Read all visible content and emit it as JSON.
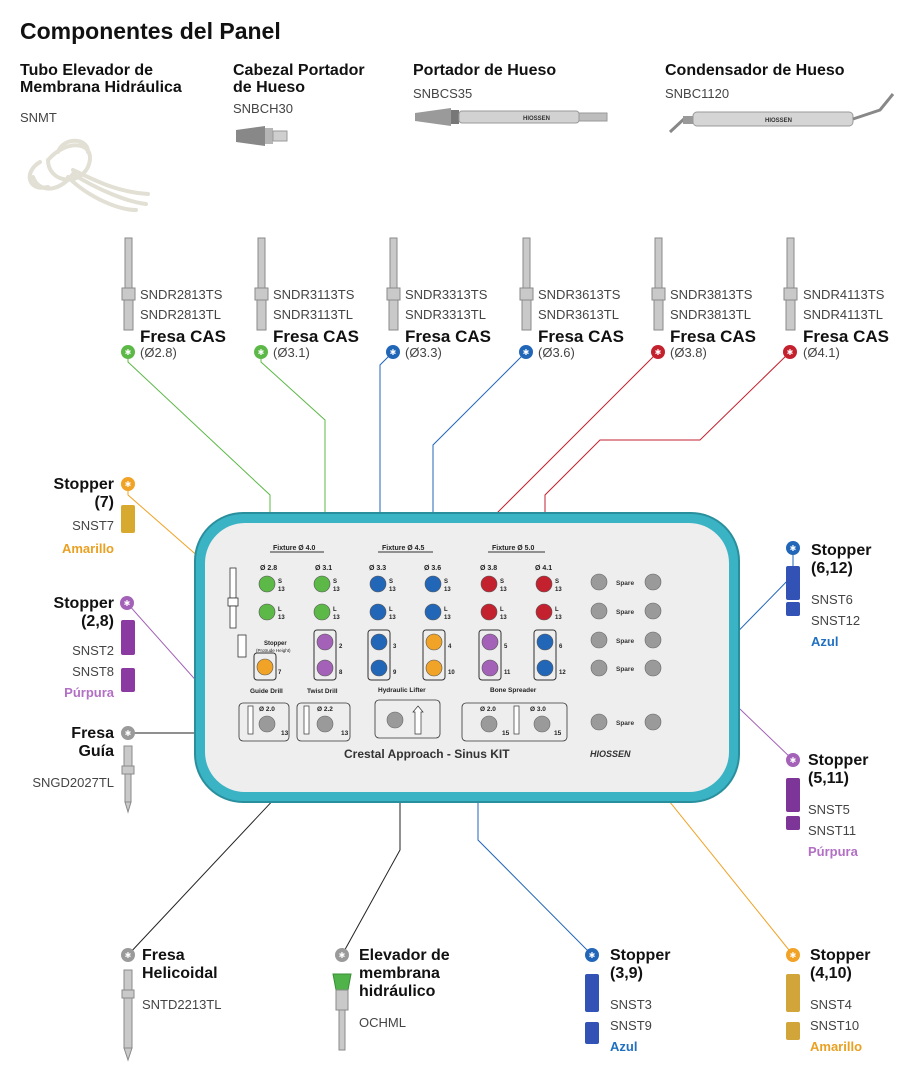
{
  "title": "Componentes del Panel",
  "top_components": [
    {
      "title": "Tubo Elevador de Membrana Hidráulica",
      "line1": "Tubo Elevador de",
      "line2": "Membrana Hidráulica",
      "code": "SNMT"
    },
    {
      "title": "Cabezal Portador de Hueso",
      "line1": "Cabezal Portador",
      "line2": "de Hueso",
      "code": "SNBCH30"
    },
    {
      "title": "Portador de Hueso",
      "line1": "Portador de Hueso",
      "line2": "",
      "code": "SNBCS35"
    },
    {
      "title": "Condensador de Hueso",
      "line1": "Condensador de Hueso",
      "line2": "",
      "code": "SNBC1120"
    }
  ],
  "cas_drills": [
    {
      "code_s": "SNDR2813TS",
      "code_l": "SNDR2813TL",
      "name": "Fresa CAS",
      "diameter": "(Ø2.8)",
      "color": "#5cb947"
    },
    {
      "code_s": "SNDR3113TS",
      "code_l": "SNDR3113TL",
      "name": "Fresa CAS",
      "diameter": "(Ø3.1)",
      "color": "#5cb947"
    },
    {
      "code_s": "SNDR3313TS",
      "code_l": "SNDR3313TL",
      "name": "Fresa CAS",
      "diameter": "(Ø3.3)",
      "color": "#2266b8"
    },
    {
      "code_s": "SNDR3613TS",
      "code_l": "SNDR3613TL",
      "name": "Fresa CAS",
      "diameter": "(Ø3.6)",
      "color": "#2266b8"
    },
    {
      "code_s": "SNDR3813TS",
      "code_l": "SNDR3813TL",
      "name": "Fresa CAS",
      "diameter": "(Ø3.8)",
      "color": "#c4212f"
    },
    {
      "code_s": "SNDR4113TS",
      "code_l": "SNDR4113TL",
      "name": "Fresa CAS",
      "diameter": "(Ø4.1)",
      "color": "#c4212f"
    }
  ],
  "left_items": {
    "stopper7": {
      "line1": "Stopper",
      "line2": "(7)",
      "code": "SNST7",
      "color_name": "Amarillo"
    },
    "stopper28": {
      "line1": "Stopper",
      "line2": "(2,8)",
      "code1": "SNST2",
      "code2": "SNST8",
      "color_name": "Púrpura"
    },
    "guide": {
      "line1": "Fresa",
      "line2": "Guía",
      "code": "SNGD2027TL"
    }
  },
  "right_items": {
    "stopper612": {
      "line1": "Stopper",
      "line2": "(6,12)",
      "code1": "SNST6",
      "code2": "SNST12",
      "color_name": "Azul"
    },
    "stopper511": {
      "line1": "Stopper",
      "line2": "(5,11)",
      "code1": "SNST5",
      "code2": "SNST11",
      "color_name": "Púrpura"
    }
  },
  "bottom_items": {
    "helical": {
      "line1": "Fresa",
      "line2": "Helicoidal",
      "code": "SNTD2213TL"
    },
    "elevator": {
      "line1": "Elevador de",
      "line2": "membrana",
      "line3": "hidráulico",
      "code": "OCHML"
    },
    "stopper39": {
      "line1": "Stopper",
      "line2": "(3,9)",
      "code1": "SNST3",
      "code2": "SNST9",
      "color_name": "Azul"
    },
    "stopper410": {
      "line1": "Stopper",
      "line2": "(4,10)",
      "code1": "SNST4",
      "code2": "SNST10",
      "color_name": "Amarillo"
    }
  },
  "kit": {
    "fixture_28_31": "Fixture  Ø 4.0",
    "fixture_33_36": "Fixture  Ø 4.5",
    "fixture_38_41": "Fixture  Ø 5.0",
    "col_labels": [
      "Ø 2.8",
      "Ø 3.1",
      "Ø 3.3",
      "Ø 3.6",
      "Ø 3.8",
      "Ø 4.1"
    ],
    "s_label": "S",
    "l_label": "L",
    "length": "13",
    "spare": "Spare",
    "stopper_label": "Stopper",
    "stopper_sub": "(Protrude Height)",
    "stopper_nums": [
      "7",
      "2",
      "8",
      "3",
      "9",
      "4",
      "10",
      "5",
      "11",
      "6",
      "12"
    ],
    "guide_drill": "Guide Drill",
    "twist_drill": "Twist Drill",
    "hydraulic_lifter": "Hydraulic  Lifter",
    "bone_spreader": "Bone  Spreader",
    "guide_dia": "Ø 2.0",
    "twist_dia": "Ø 2.2",
    "bs_dia1": "Ø 2.0",
    "bs_dia2": "Ø 3.0",
    "bs_len": "15",
    "footer": "Crestal  Approach  -  Sinus KIT",
    "brand": "HIOSSEN"
  },
  "colors": {
    "green": "#5cb947",
    "blue": "#2266b8",
    "red": "#c4212f",
    "yellow": "#f0a326",
    "purple": "#a361b8",
    "gray": "#9a9a9a",
    "teal": "#3ab3c4"
  }
}
